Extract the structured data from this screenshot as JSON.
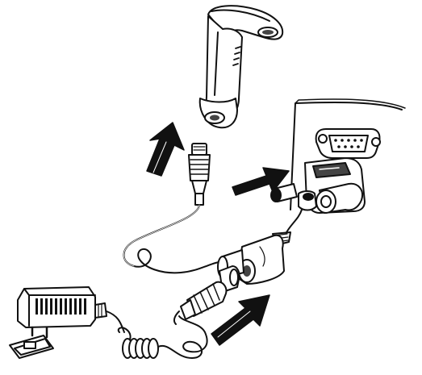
{
  "figure": {
    "kind": "line-art installation diagram",
    "parts": {
      "scanner": "barcode-scanner",
      "scanner_cable": "coiled-cable",
      "serial_port": "db9-port",
      "connector": "db9-connector",
      "power_adapter": "power-adapter",
      "power_plug": "dc-plug",
      "y_splitter": "y-splitter"
    },
    "arrows": [
      "arrow-to-scanner",
      "arrow-to-port",
      "arrow-to-power"
    ],
    "colors": {
      "ink": "#111111",
      "paper": "#ffffff",
      "shade": "#444444"
    }
  }
}
